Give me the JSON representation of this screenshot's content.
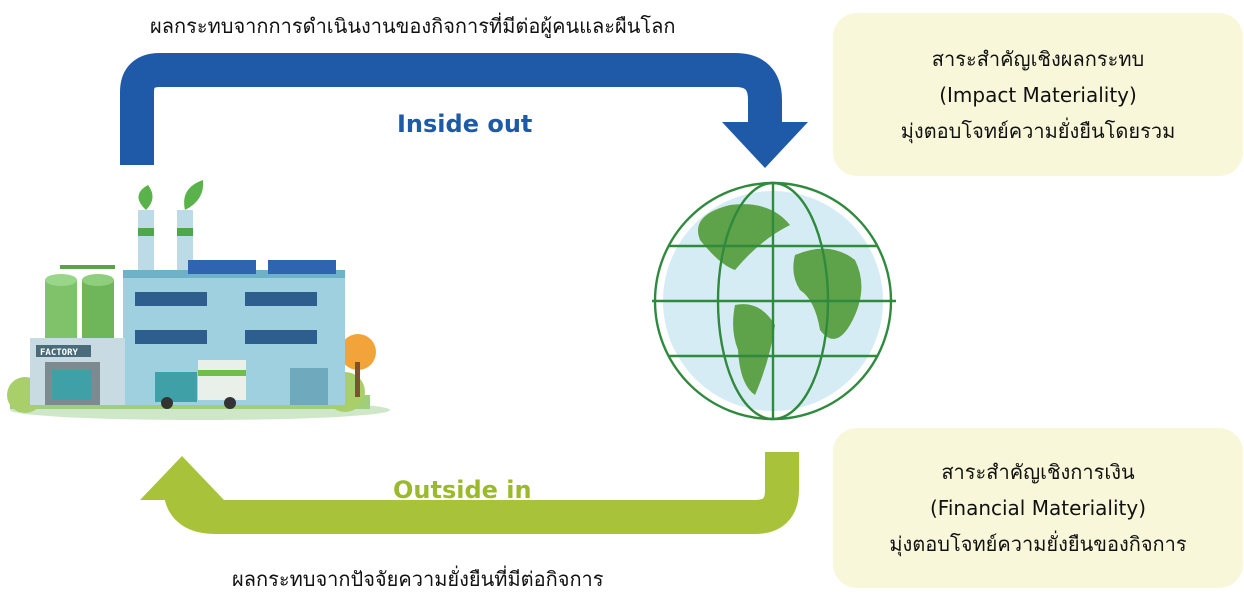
{
  "captions": {
    "top": "ผลกระทบจากการดำเนินงานของกิจการที่มีต่อผู้คนและผืนโลก",
    "bottom": "ผลกระทบจากปัจจัยความยั่งยืนที่มีต่อกิจการ"
  },
  "flows": {
    "inside_out": "Inside out",
    "outside_in": "Outside in"
  },
  "impact_box": {
    "line1": "สาระสำคัญเชิงผลกระทบ",
    "line2": "(Impact Materiality)",
    "line3": "มุ่งตอบโจทย์ความยั่งยืนโดยรวม"
  },
  "financial_box": {
    "line1": "สาระสำคัญเชิงการเงิน",
    "line2": "(Financial Materiality)",
    "line3": "มุ่งตอบโจทย์ความยั่งยืนของกิจการ"
  },
  "factory": {
    "sign": "FACTORY"
  },
  "colors": {
    "inside_arrow": "#1e5aa8",
    "outside_arrow": "#a8c33a",
    "box_bg": "#f8f7da",
    "globe_grid": "#2f8a3e"
  }
}
